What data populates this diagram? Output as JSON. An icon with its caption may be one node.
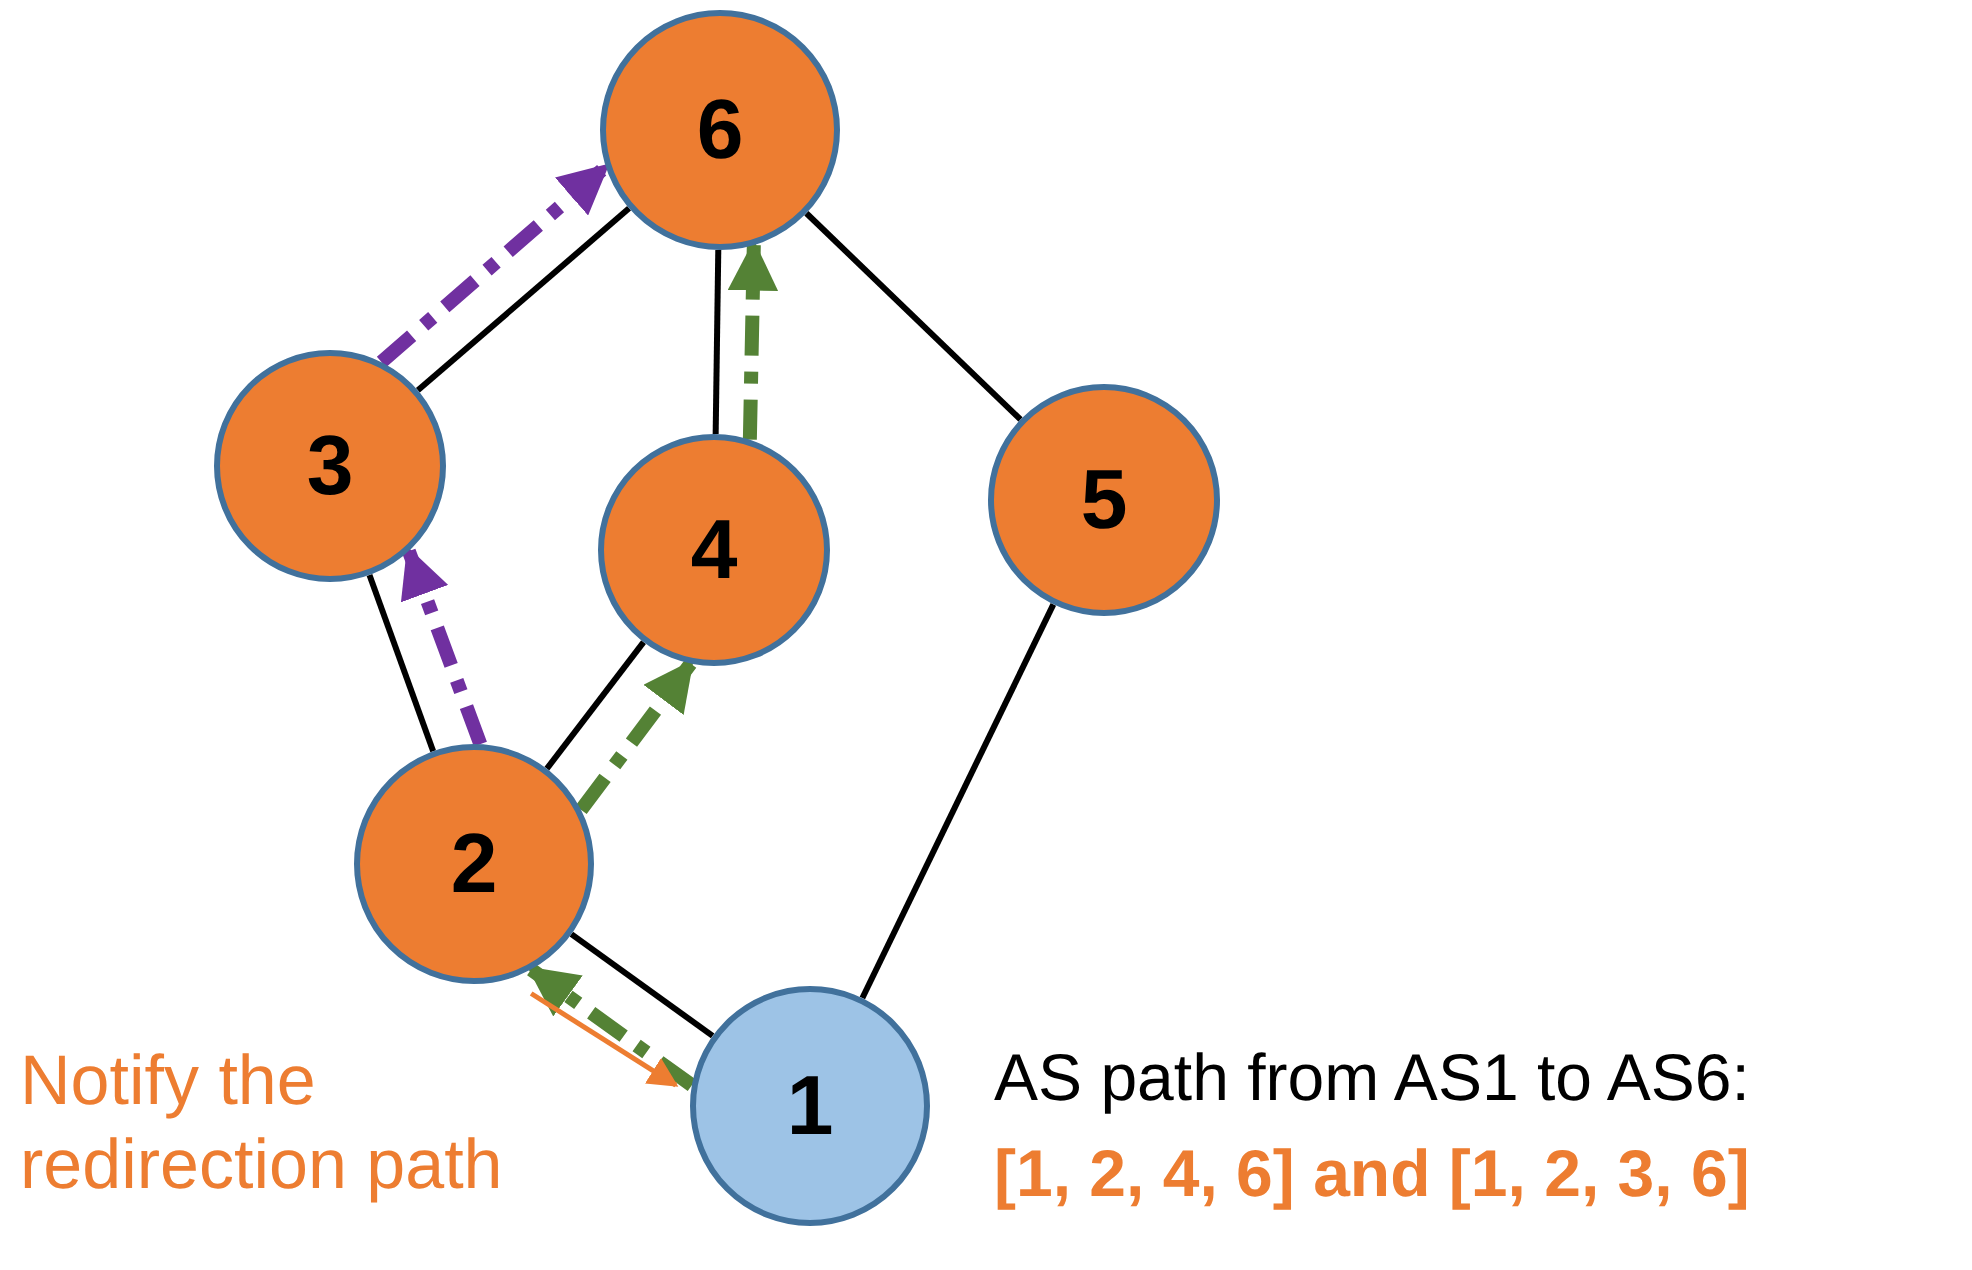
{
  "diagram": {
    "nodes": [
      {
        "text": [
          "6"
        ]
      },
      {
        "text": [
          "3"
        ]
      },
      {
        "text": [
          "4"
        ]
      },
      {
        "text": [
          "5"
        ]
      },
      {
        "text": [
          "2"
        ]
      },
      {
        "text": [
          "1"
        ]
      }
    ],
    "edges": [
      {
        "from": 0,
        "to": 1,
        "arrow": "none"
      },
      {
        "from": 0,
        "to": 2,
        "arrow": "none"
      },
      {
        "from": 0,
        "to": 3,
        "arrow": "none"
      },
      {
        "from": 1,
        "to": 4,
        "arrow": "none"
      },
      {
        "from": 2,
        "to": 4,
        "arrow": "none"
      },
      {
        "from": 4,
        "to": 5,
        "arrow": "none"
      },
      {
        "from": 3,
        "to": 5,
        "arrow": "none"
      },
      {
        "from": 5,
        "to": 4,
        "arrow": "to",
        "style": "dashed",
        "color": "#548235"
      },
      {
        "from": 4,
        "to": 2,
        "arrow": "to",
        "style": "dashed",
        "color": "#548235"
      },
      {
        "from": 2,
        "to": 0,
        "arrow": "to",
        "style": "dashed",
        "color": "#548235"
      },
      {
        "from": 4,
        "to": 1,
        "arrow": "to",
        "style": "dashed",
        "color": "#7030a0"
      },
      {
        "from": 1,
        "to": 0,
        "arrow": "to",
        "style": "dashed",
        "color": "#7030a0"
      },
      {
        "from": 4,
        "to": 5,
        "arrow": "to",
        "color": "#ed7d31"
      }
    ],
    "labels": [
      "Notify the redirection path",
      "AS path from AS1 to AS6:",
      "[1, 2, 4, 6] and [1, 2, 3, 6]"
    ]
  }
}
